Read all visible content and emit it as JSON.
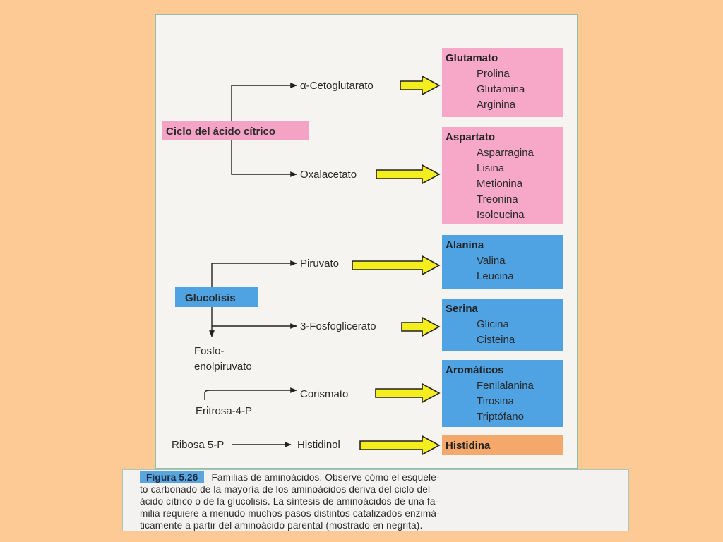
{
  "sources": {
    "citric": "Ciclo del ácido cítrico",
    "glycolysis": "Glucolisis",
    "ribose": "Ribosa 5-P"
  },
  "intermediates": {
    "akg": "α-Cetoglutarato",
    "oxa": "Oxalacetato",
    "pyr": "Piruvato",
    "pg3": "3-Fosfoglicerato",
    "pep_line1": "Fosfo-",
    "pep_line2": "enolpiruvato",
    "e4p": "Eritrosa-4-P",
    "cho": "Corismato",
    "hol": "Histidinol"
  },
  "families": [
    {
      "title": "Glutamato",
      "members": [
        "Prolina",
        "Glutamina",
        "Arginina"
      ],
      "color": "#f7a8c8"
    },
    {
      "title": "Aspartato",
      "members": [
        "Asparragina",
        "Lisina",
        "Metionina",
        "Treonina",
        "Isoleucina"
      ],
      "color": "#f7a8c8"
    },
    {
      "title": "Alanina",
      "members": [
        "Valina",
        "Leucina"
      ],
      "color": "#4fa3e3"
    },
    {
      "title": "Serina",
      "members": [
        "Glicina",
        "Cisteina"
      ],
      "color": "#4fa3e3"
    },
    {
      "title": "Aromáticos",
      "members": [
        "Fenilalanina",
        "Tirosina",
        "Triptófano"
      ],
      "color": "#4fa3e3"
    },
    {
      "title": "Histidina",
      "members": [],
      "color": "#f5a86b"
    }
  ],
  "colors": {
    "citric_label": "#f5a3c4",
    "glycolysis_label": "#4fa3e3",
    "arrow_fill": "#f5ee1e",
    "arrow_stroke": "#222222"
  },
  "caption": {
    "label": "Figura 5.26",
    "lines": [
      "Familias de aminoácidos. Observe cómo el esquele-",
      "to carbonado de la mayoría de los aminoácidos deriva del ciclo del",
      "ácido cítrico o de la glucolisis. La síntesis de aminoácidos de una fa-",
      "milia requiere a menudo muchos pasos distintos catalizados enzimá-",
      "ticamente a partir del aminoácido parental (mostrado en negrita)."
    ]
  }
}
